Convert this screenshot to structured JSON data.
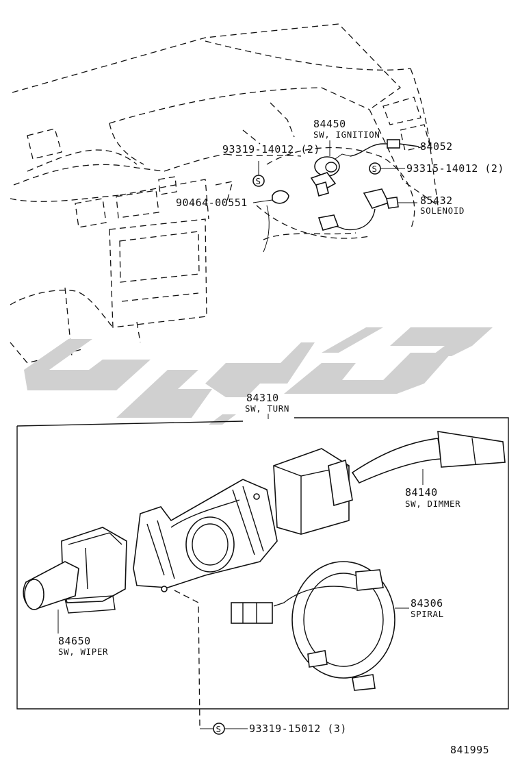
{
  "diagram": {
    "watermark_color": "#d0d0d0",
    "line_color": "#111111",
    "upper_parts": [
      {
        "number": "84450",
        "name": "SW, IGNITION"
      },
      {
        "number": "84052",
        "name": ""
      },
      {
        "number": "93319-14012 (2)",
        "name": ""
      },
      {
        "number": "93315-14012 (2)",
        "name": ""
      },
      {
        "number": "90464-00551",
        "name": ""
      },
      {
        "number": "85432",
        "name": "SOLENOID"
      }
    ],
    "lower_parts": [
      {
        "number": "84310",
        "name": "SW, TURN"
      },
      {
        "number": "84140",
        "name": "SW, DIMMER"
      },
      {
        "number": "84306",
        "name": "SPIRAL"
      },
      {
        "number": "84650",
        "name": "SW, WIPER"
      },
      {
        "number": "93319-15012 (3)",
        "name": ""
      }
    ],
    "screw_symbol": "S",
    "figure_id": "841995"
  }
}
